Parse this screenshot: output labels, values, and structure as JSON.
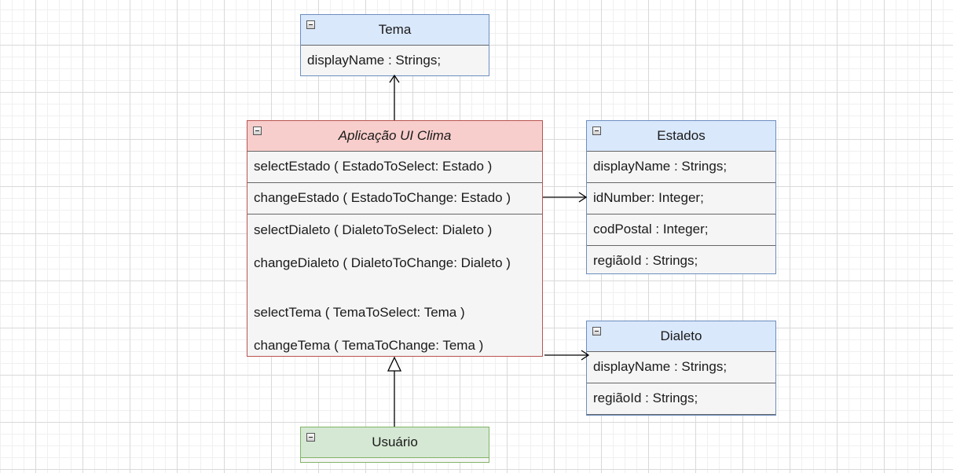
{
  "tema": {
    "title": "Tema",
    "attributes": [
      "displayName : Strings;"
    ]
  },
  "app": {
    "title": "Aplicação UI Clima",
    "methods_top": [
      "selectEstado ( EstadoToSelect: Estado )",
      "changeEstado ( EstadoToChange: Estado )"
    ],
    "methods_bottom": [
      "selectDialeto ( DialetoToSelect: Dialeto )",
      "changeDialeto ( DialetoToChange: Dialeto )",
      "selectTema ( TemaToSelect: Tema )",
      "changeTema ( TemaToChange: Tema )"
    ]
  },
  "estados": {
    "title": "Estados",
    "attributes": [
      "displayName : Strings;",
      "idNumber: Integer;",
      "codPostal : Integer;",
      "regiãoId : Strings;"
    ]
  },
  "dialeto": {
    "title": "Dialeto",
    "attributes": [
      "displayName : Strings;",
      "regiãoId : Strings;"
    ]
  },
  "usuario": {
    "title": "Usuário"
  },
  "colors": {
    "blue_fill": "#dae8fc",
    "blue_stroke": "#6c8ebf",
    "red_fill": "#f8cecc",
    "red_stroke": "#b85450",
    "green_fill": "#d5e8d4",
    "green_stroke": "#82b366",
    "body_fill": "#f5f5f5"
  }
}
